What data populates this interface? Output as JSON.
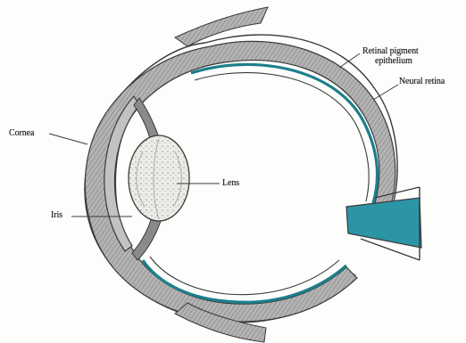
{
  "labels": {
    "retinal_pigment_line1": "Retinal pigment",
    "retinal_pigment_line2": "epithelium",
    "neural_retina": "Neural retina",
    "cornea": "Cornea",
    "lens": "Lens",
    "iris": "Iris"
  },
  "colors": {
    "line": "#3a3a3a",
    "sclera_fill": "#a9a9a9",
    "retinal_pigment": "#1c7f8c",
    "optic_nerve": "#2b95a5",
    "lens_fill": "#e6e6e2",
    "background": "#fdfdfc"
  }
}
